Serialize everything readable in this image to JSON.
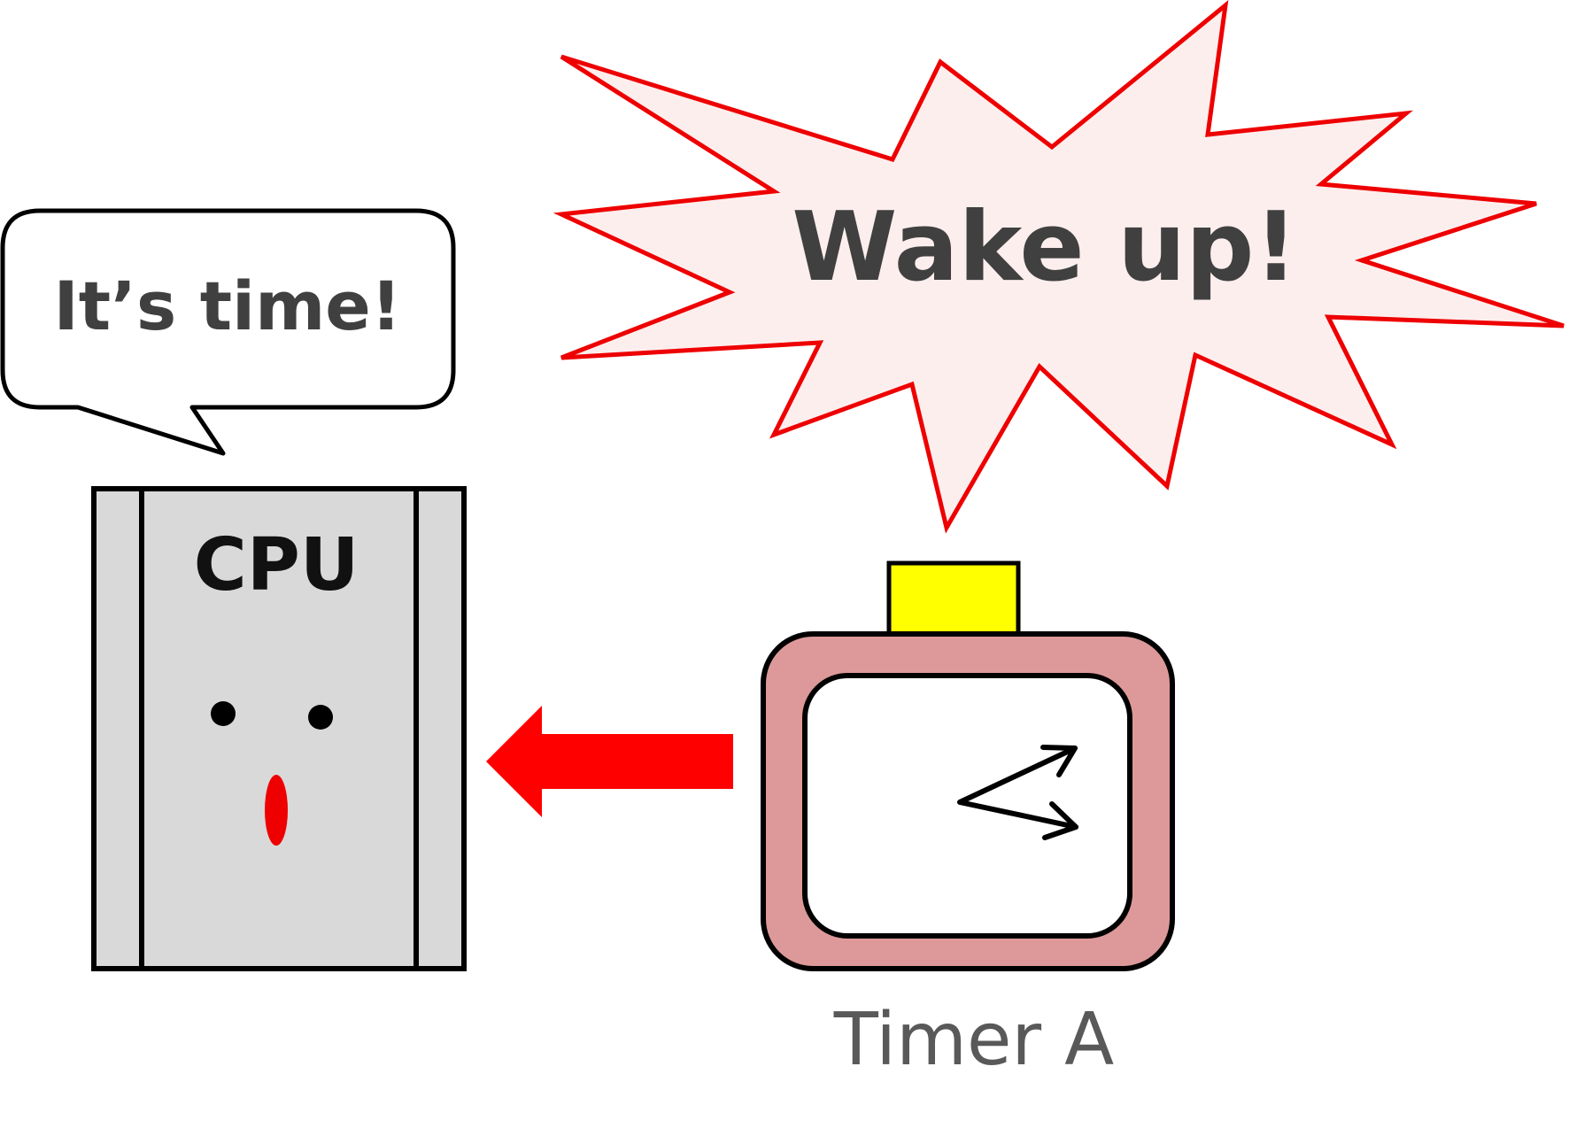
{
  "speech_bubble": {
    "text": "It’s time!"
  },
  "burst": {
    "text": "Wake up!"
  },
  "cpu": {
    "label": "CPU"
  },
  "timer": {
    "label": "Timer A"
  },
  "colors": {
    "burst_outline": "#ee0000",
    "burst_fill": "#fdeeee",
    "cpu_fill": "#d9d9d9",
    "arrow": "#ff0000",
    "mouth": "#ee0000",
    "timer_body": "#dd9999",
    "timer_button": "#ffff00",
    "text_dark": "#404040",
    "text_timer": "#595959"
  }
}
